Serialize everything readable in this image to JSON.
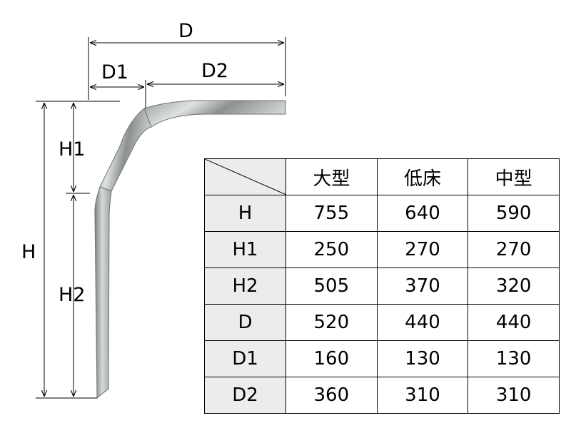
{
  "dimension_labels": {
    "D": "D",
    "D1": "D1",
    "D2": "D2",
    "H": "H",
    "H1": "H1",
    "H2": "H2"
  },
  "table": {
    "columns": [
      "大型",
      "低床",
      "中型"
    ],
    "rows": [
      {
        "label": "H",
        "values": [
          "755",
          "640",
          "590"
        ]
      },
      {
        "label": "H1",
        "values": [
          "250",
          "270",
          "270"
        ]
      },
      {
        "label": "H2",
        "values": [
          "505",
          "370",
          "320"
        ]
      },
      {
        "label": "D",
        "values": [
          "520",
          "440",
          "440"
        ]
      },
      {
        "label": "D1",
        "values": [
          "160",
          "130",
          "130"
        ]
      },
      {
        "label": "D2",
        "values": [
          "360",
          "310",
          "310"
        ]
      }
    ]
  },
  "colors": {
    "line": "#000000",
    "header_fill": "#ececec",
    "metal_light": "#e8eaea",
    "metal_dark": "#8a8e8e"
  }
}
